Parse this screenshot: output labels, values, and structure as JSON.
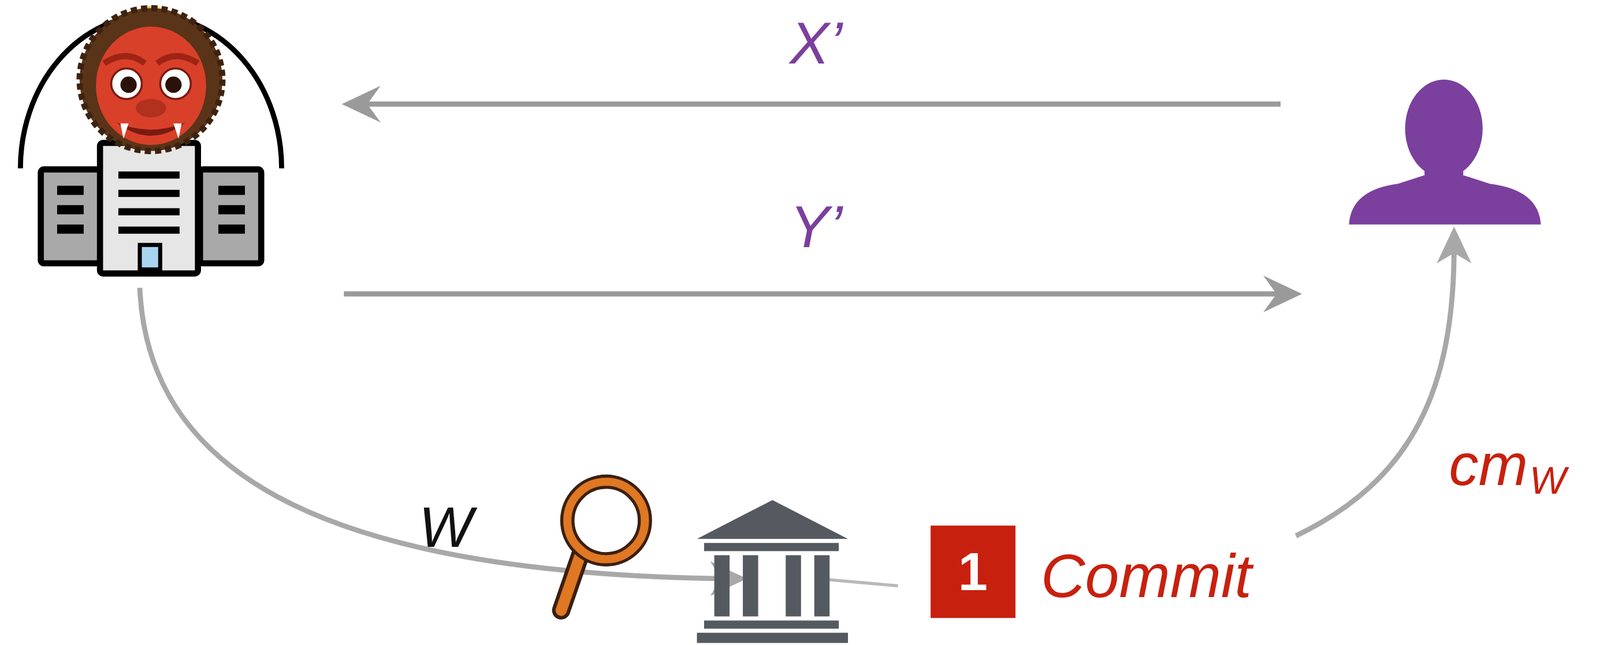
{
  "diagram": {
    "nodes": [
      {
        "text": [
          "1"
        ]
      }
    ],
    "labels": [
      "X’",
      "Y’",
      "W",
      "Commit",
      "cm",
      "W"
    ]
  }
}
